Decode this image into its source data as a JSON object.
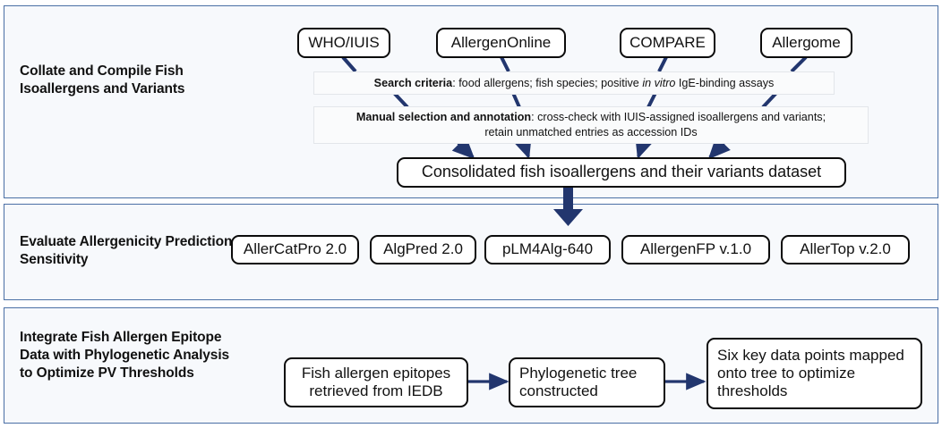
{
  "diagram": {
    "title": "Fish isoallergen allergenicity prediction workflow",
    "accent_line_color": "#4a6fa5",
    "arrow_color": "#22366e",
    "panel_bg": "#f7f9fc",
    "box_border": "#0b0b0b"
  },
  "stages": [
    {
      "id": "collate",
      "label": "Collate and Compile Fish Isoallergens and Variants"
    },
    {
      "id": "evaluate",
      "label": "Evaluate Allergenicity Prediction Sensitivity"
    },
    {
      "id": "integrate",
      "label": "Integrate Fish Allergen Epitope Data with Phylogenetic Analysis to Optimize PV Thresholds"
    }
  ],
  "sources": [
    {
      "id": "who-iuis",
      "label": "WHO/IUIS"
    },
    {
      "id": "allergenonline",
      "label": "AllergenOnline"
    },
    {
      "id": "compare",
      "label": "COMPARE"
    },
    {
      "id": "allergome",
      "label": "Allergome"
    }
  ],
  "criteria": {
    "search": {
      "heading": "Search criteria",
      "separator": ": ",
      "body_pre": "food allergens; fish species; positive ",
      "body_italic": "in vitro",
      "body_post": " IgE-binding assays"
    },
    "manual": {
      "heading": "Manual selection and annotation",
      "separator": ": ",
      "line1": "cross-check with IUIS-assigned isoallergens and variants;",
      "line2": "retain unmatched entries as accession IDs"
    }
  },
  "consolidated": {
    "id": "consolidated-dataset",
    "label": "Consolidated fish isoallergens and their variants dataset"
  },
  "predictors": [
    {
      "id": "allercatpro",
      "label": "AllerCatPro 2.0"
    },
    {
      "id": "algpred",
      "label": "AlgPred 2.0"
    },
    {
      "id": "plm4alg",
      "label": "pLM4Alg-640"
    },
    {
      "id": "allergenfp",
      "label": "AllergenFP v.1.0"
    },
    {
      "id": "allertop",
      "label": "AllerTop v.2.0"
    }
  ],
  "epitope_flow": [
    {
      "id": "epitopes-iedb",
      "line1": "Fish allergen epitopes",
      "line2": "retrieved from IEDB"
    },
    {
      "id": "phylo-tree",
      "line1": "Phylogenetic tree",
      "line2": "constructed"
    },
    {
      "id": "mapped-points",
      "line1": "Six key data points mapped",
      "line2": "onto tree to optimize",
      "line3": "thresholds"
    }
  ]
}
